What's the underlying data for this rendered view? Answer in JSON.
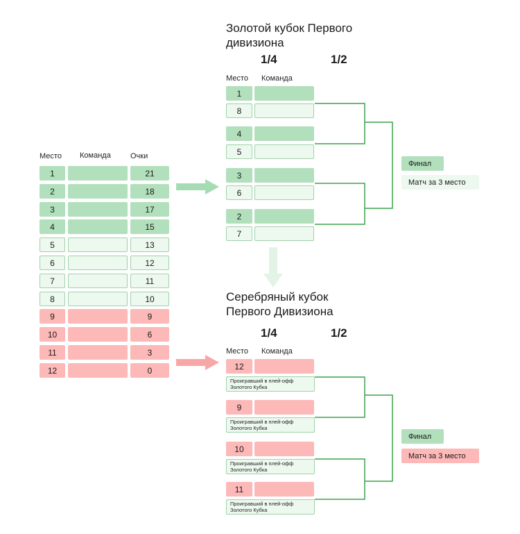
{
  "standings": {
    "headers": {
      "place": "Место",
      "team": "Команда",
      "points": "Очки"
    },
    "rows": [
      {
        "place": "1",
        "points": "21",
        "group": "gold-direct"
      },
      {
        "place": "2",
        "points": "18",
        "group": "gold-direct"
      },
      {
        "place": "3",
        "points": "17",
        "group": "gold-direct"
      },
      {
        "place": "4",
        "points": "15",
        "group": "gold-direct"
      },
      {
        "place": "5",
        "points": "13",
        "group": "gold-playoff"
      },
      {
        "place": "6",
        "points": "12",
        "group": "gold-playoff"
      },
      {
        "place": "7",
        "points": "11",
        "group": "gold-playoff"
      },
      {
        "place": "8",
        "points": "10",
        "group": "gold-playoff"
      },
      {
        "place": "9",
        "points": "9",
        "group": "silver"
      },
      {
        "place": "10",
        "points": "6",
        "group": "silver"
      },
      {
        "place": "11",
        "points": "3",
        "group": "silver"
      },
      {
        "place": "12",
        "points": "0",
        "group": "silver"
      }
    ]
  },
  "gold": {
    "title_line1": "Золотой кубок Первого",
    "title_line2": "дивизиона",
    "round_quarter": "1/4",
    "round_semi": "1/2",
    "col_place": "Место",
    "col_team": "Команда",
    "seeds": [
      "1",
      "8",
      "4",
      "5",
      "3",
      "6",
      "2",
      "7"
    ],
    "final_label": "Финал",
    "third_place_label": "Матч за 3 место"
  },
  "silver": {
    "title_line1": "Серебряный кубок",
    "title_line2": "Первого Дивизиона",
    "round_quarter": "1/4",
    "round_semi": "1/2",
    "col_place": "Место",
    "col_team": "Команда",
    "seeds": [
      "12",
      "9",
      "10",
      "11"
    ],
    "loser_line1": "Проигравший в плей-офф",
    "loser_line2": "Золотого Кубка",
    "final_label": "Финал",
    "third_place_label": "Матч за 3 место"
  },
  "colors": {
    "green_solid": "#b2dfbc",
    "green_light": "#edf8ef",
    "green_border": "#9fd2aa",
    "bracket_line": "#3aa24a",
    "pink_solid": "#fdb8b8",
    "arrow_green": "#a6dcb2",
    "arrow_pink": "#f8a7a7",
    "arrow_pale": "#e3f4e6"
  }
}
